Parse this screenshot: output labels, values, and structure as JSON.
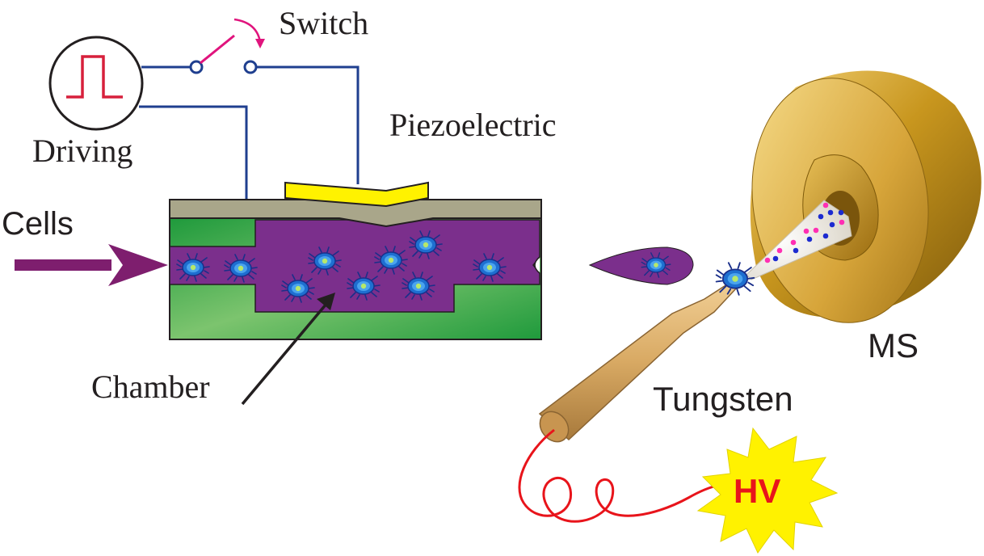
{
  "labels": {
    "switch": "Switch",
    "driving": "Driving",
    "piezoelectric": "Piezoelectric",
    "cells": "Cells",
    "chamber": "Chamber",
    "ms": "MS",
    "tungsten": "Tungsten",
    "hv": "HV"
  },
  "colors": {
    "wire": "#1f3f8f",
    "pulse": "#d7203c",
    "switch_arrow": "#e0147d",
    "piezo": "#fff200",
    "top_plate": "#a9a68a",
    "chip_green": "#3fae49",
    "channel_purple": "#7b2f8c",
    "cell_blue": "#1e6fd0",
    "ms_gold": "#c8961e",
    "tungsten_tan": "#d9aa64",
    "hv_burst": "#fff200",
    "hv_text": "#e8141b",
    "lead_wire": "#e8141b",
    "ion_magenta": "#ff2fb3",
    "ion_blue": "#1c2bd0"
  },
  "icons": {
    "driving": "square-pulse-generator-icon",
    "switch": "open-switch-icon",
    "cell": "cell-icon",
    "ms": "mass-spectrometer-inlet-icon",
    "hv": "high-voltage-burst-icon"
  }
}
